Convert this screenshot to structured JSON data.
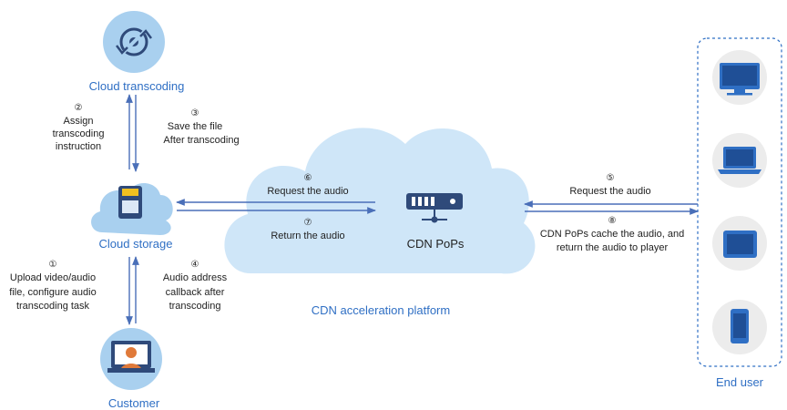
{
  "colors": {
    "accent": "#2f6fc4",
    "circle": "#a9d0ef",
    "cloud": "#cfe6f8",
    "arrow": "#4a6fb8",
    "device_circle": "#ececec",
    "device": "#2f6fc4"
  },
  "nodes": {
    "transcoding": {
      "label": "Cloud transcoding",
      "icon": "transcoding-icon"
    },
    "storage": {
      "label": "Cloud storage",
      "icon": "storage-card-icon"
    },
    "customer": {
      "label": "Customer",
      "icon": "user-computer-icon"
    },
    "cdn_pops": {
      "label": "CDN PoPs",
      "icon": "server-icon"
    },
    "platform": {
      "label": "CDN acceleration platform"
    },
    "end_user": {
      "label": "End user",
      "devices": [
        "monitor-icon",
        "laptop-icon",
        "tablet-icon",
        "phone-icon"
      ]
    }
  },
  "steps": {
    "s1": {
      "num": "①",
      "lines": [
        "Upload video/audio",
        "file, configure audio",
        "transcoding task"
      ]
    },
    "s2": {
      "num": "②",
      "lines": [
        "Assign",
        "transcoding",
        "instruction"
      ]
    },
    "s3": {
      "num": "③",
      "lines": [
        "Save the file",
        "After transcoding"
      ]
    },
    "s4": {
      "num": "④",
      "lines": [
        "Audio  address",
        "callback after",
        "transcoding"
      ]
    },
    "s5": {
      "num": "⑤",
      "lines": [
        "Request the audio"
      ]
    },
    "s6": {
      "num": "⑥",
      "lines": [
        "Request the audio"
      ]
    },
    "s7": {
      "num": "⑦",
      "lines": [
        "Return the audio"
      ]
    },
    "s8": {
      "num": "⑧",
      "lines": [
        "CDN PoPs cache the audio, and",
        "return the audio to player"
      ]
    }
  }
}
